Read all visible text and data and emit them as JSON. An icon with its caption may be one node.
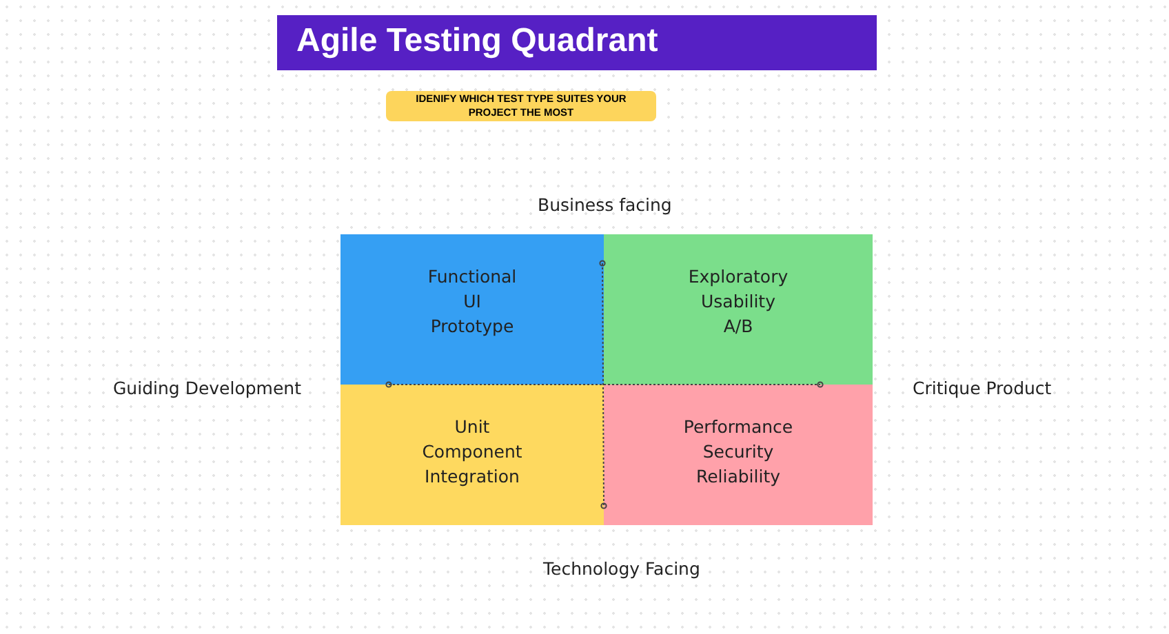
{
  "diagram": {
    "title": "Agile Testing Quadrant",
    "nodes": [
      {
        "text": [
          "IDENIFY WHICH TEST TYPE SUITES YOUR PROJECT THE MOST"
        ]
      },
      {
        "text": [
          "Functional",
          "UI",
          "Prototype"
        ]
      },
      {
        "text": [
          "Exploratory",
          "Usability",
          "A/B"
        ]
      },
      {
        "text": [
          "Unit",
          "Component",
          "Integration"
        ]
      },
      {
        "text": [
          "Performance",
          "Security",
          "Reliability"
        ]
      }
    ],
    "labels": [
      "Business facing",
      "Guiding Development",
      "Critique Product",
      "Technology Facing"
    ]
  }
}
